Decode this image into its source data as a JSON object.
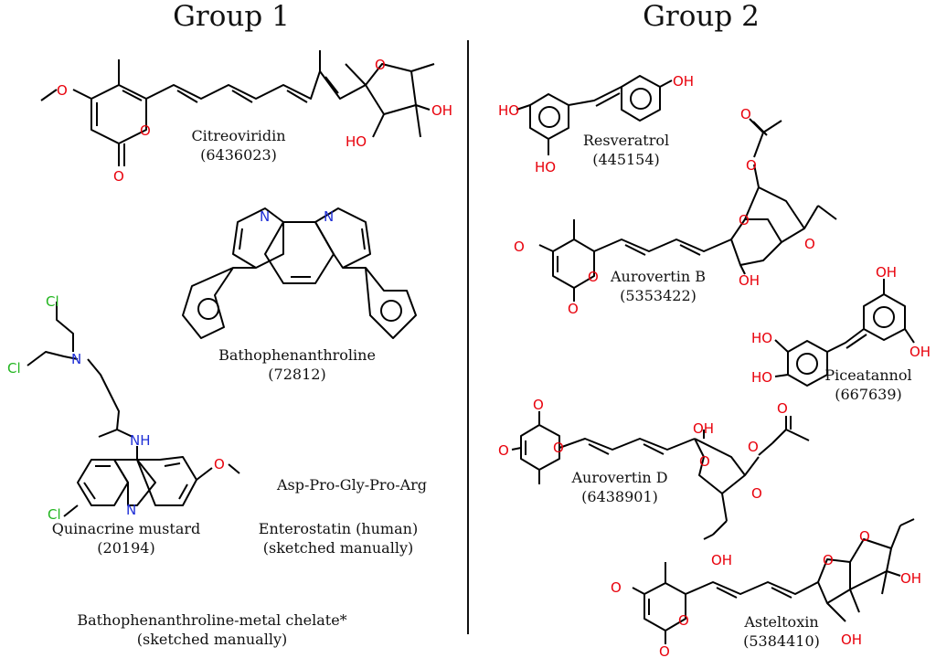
{
  "groups": [
    {
      "title": "Group 1"
    },
    {
      "title": "Group 2"
    }
  ],
  "compounds": {
    "citreoviridin": {
      "name": "Citreoviridin",
      "cid": "(6436023)"
    },
    "bathophenanthroline": {
      "name": "Bathophenanthroline",
      "cid": "(72812)"
    },
    "quinacrine": {
      "name": "Quinacrine mustard",
      "cid": "(20194)"
    },
    "enterostatin": {
      "sequence": "Asp-Pro-Gly-Pro-Arg",
      "name": "Enterostatin (human)",
      "note": "(sketched manually)"
    },
    "chelate": {
      "name": "Bathophenanthroline-metal chelate*",
      "note": "(sketched manually)"
    },
    "resveratrol": {
      "name": "Resveratrol",
      "cid": "(445154)"
    },
    "aurovertin_b": {
      "name": "Aurovertin B",
      "cid": "(5353422)"
    },
    "piceatannol": {
      "name": "Piceatannol",
      "cid": "(667639)"
    },
    "aurovertin_d": {
      "name": "Aurovertin D",
      "cid": "(6438901)"
    },
    "asteltoxin": {
      "name": "Asteltoxin",
      "cid": "(5384410)"
    }
  },
  "atoms": {
    "O": "O",
    "OH": "OH",
    "HO": "HO",
    "N": "N",
    "NH": "NH",
    "Cl": "Cl"
  },
  "colors": {
    "oxygen": "#e8000b",
    "nitrogen": "#1f2fd6",
    "chlorine": "#22b51f",
    "bond": "#000000"
  }
}
